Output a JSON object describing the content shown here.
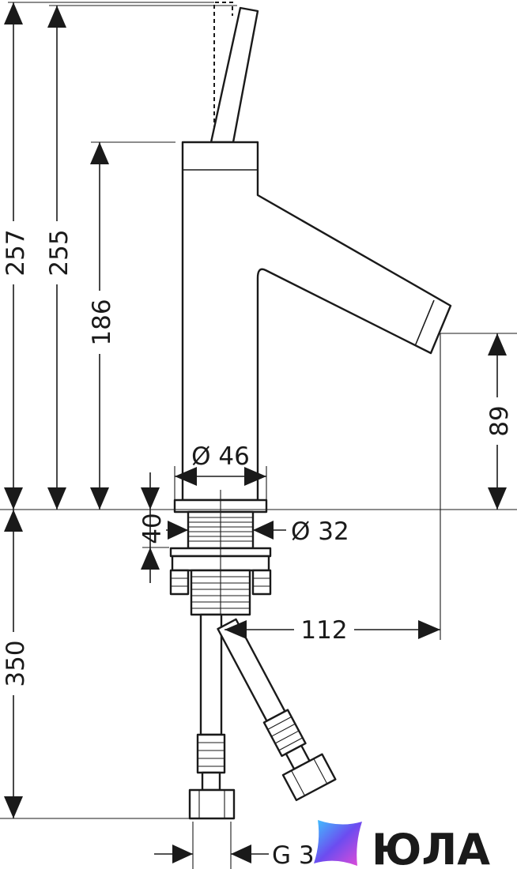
{
  "dimensions": {
    "total_height_lever_up": "257",
    "total_height": "255",
    "body_height": "186",
    "spout_height": "89",
    "base_diameter": "Ø 46",
    "thread_diameter": "Ø 32",
    "max_deck_thickness": "40",
    "hose_length": "350",
    "spout_reach": "112",
    "connection_thread": "G 3"
  },
  "watermark": {
    "brand_text": "ЮЛА",
    "logo_icon": "gradient-diamond-icon",
    "colors": [
      "#3ec6ff",
      "#6c4cf0",
      "#e74bd6"
    ]
  },
  "colors": {
    "line": "#1a1a1a",
    "background": "#ffffff"
  }
}
